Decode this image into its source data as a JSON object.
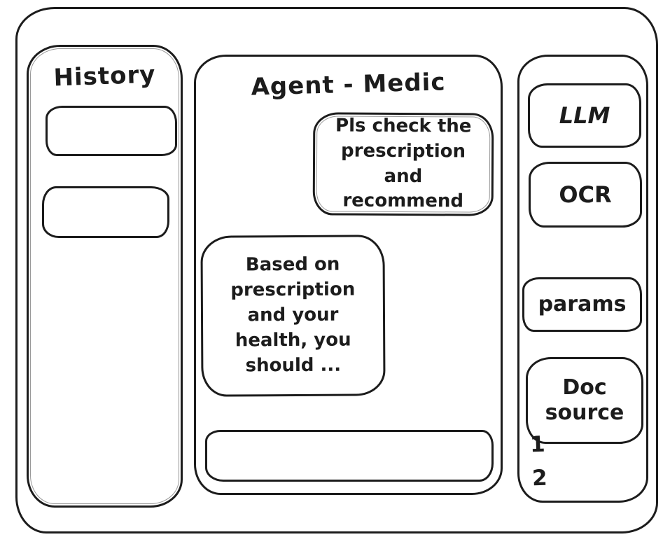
{
  "history": {
    "title": "History",
    "items": [
      {
        "label": ""
      },
      {
        "label": ""
      }
    ]
  },
  "chat": {
    "title": "Agent - Medic",
    "messages": [
      {
        "role": "user",
        "text": "Pls check the prescription and recommend"
      },
      {
        "role": "assistant",
        "text": "Based on prescription and your health, you should ..."
      }
    ],
    "input_value": ""
  },
  "tools": {
    "buttons": [
      {
        "label": "LLM"
      },
      {
        "label": "OCR"
      },
      {
        "label": "params"
      },
      {
        "label": "Doc source"
      }
    ],
    "doc_sources": [
      {
        "label": "1"
      },
      {
        "label": "2"
      }
    ]
  },
  "colors": {
    "ink": "#1c1c1c",
    "background": "#ffffff"
  }
}
